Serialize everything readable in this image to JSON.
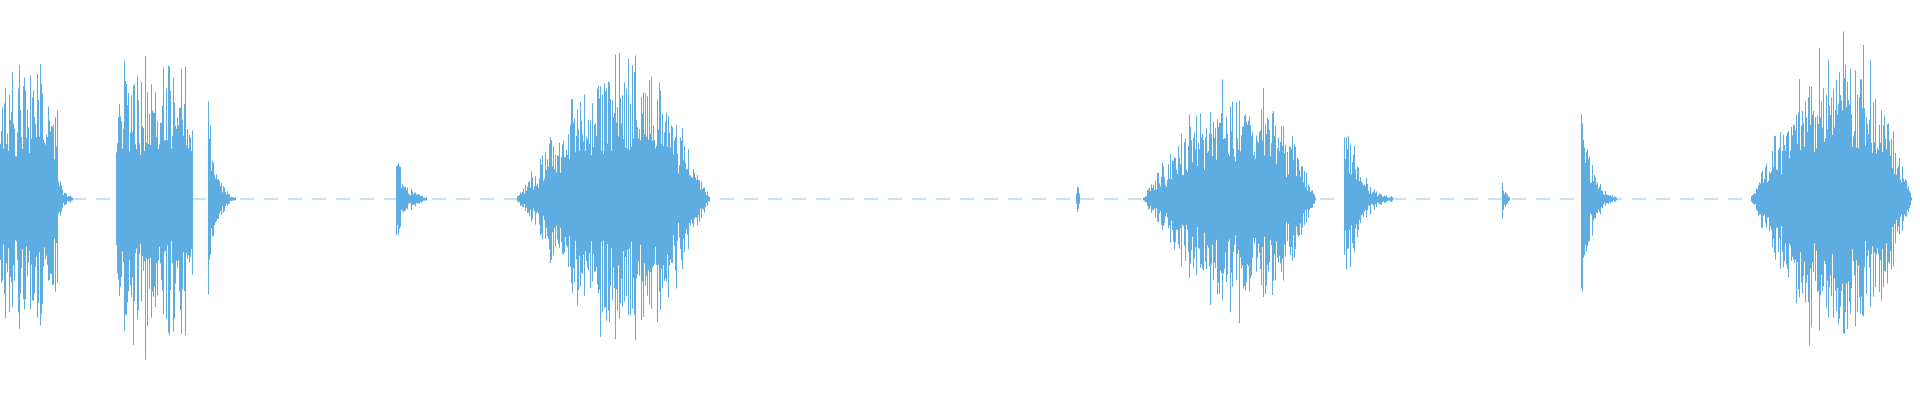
{
  "waveform": {
    "color": "#5DADE2",
    "background": "#ffffff",
    "bursts": [
      {
        "start": 0.0,
        "end": 0.03,
        "peak": 0.36,
        "shape": "flat"
      },
      {
        "start": 0.03,
        "end": 0.045,
        "peak": 0.06,
        "shape": "decay"
      },
      {
        "start": 0.06,
        "end": 0.1,
        "peak": 0.38,
        "shape": "flat"
      },
      {
        "start": 0.108,
        "end": 0.125,
        "peak": 0.28,
        "shape": "decay"
      },
      {
        "start": 0.206,
        "end": 0.23,
        "peak": 0.12,
        "shape": "decay"
      },
      {
        "start": 0.268,
        "end": 0.375,
        "peak": 0.44,
        "shape": "swell"
      },
      {
        "start": 0.56,
        "end": 0.562,
        "peak": 0.03,
        "shape": "flat"
      },
      {
        "start": 0.594,
        "end": 0.69,
        "peak": 0.38,
        "shape": "swell"
      },
      {
        "start": 0.7,
        "end": 0.73,
        "peak": 0.27,
        "shape": "decay"
      },
      {
        "start": 0.782,
        "end": 0.79,
        "peak": 0.06,
        "shape": "decay"
      },
      {
        "start": 0.823,
        "end": 0.845,
        "peak": 0.3,
        "shape": "decay"
      },
      {
        "start": 0.911,
        "end": 1.0,
        "peak": 0.52,
        "shape": "swell"
      }
    ],
    "noise_floor": 0.006
  }
}
